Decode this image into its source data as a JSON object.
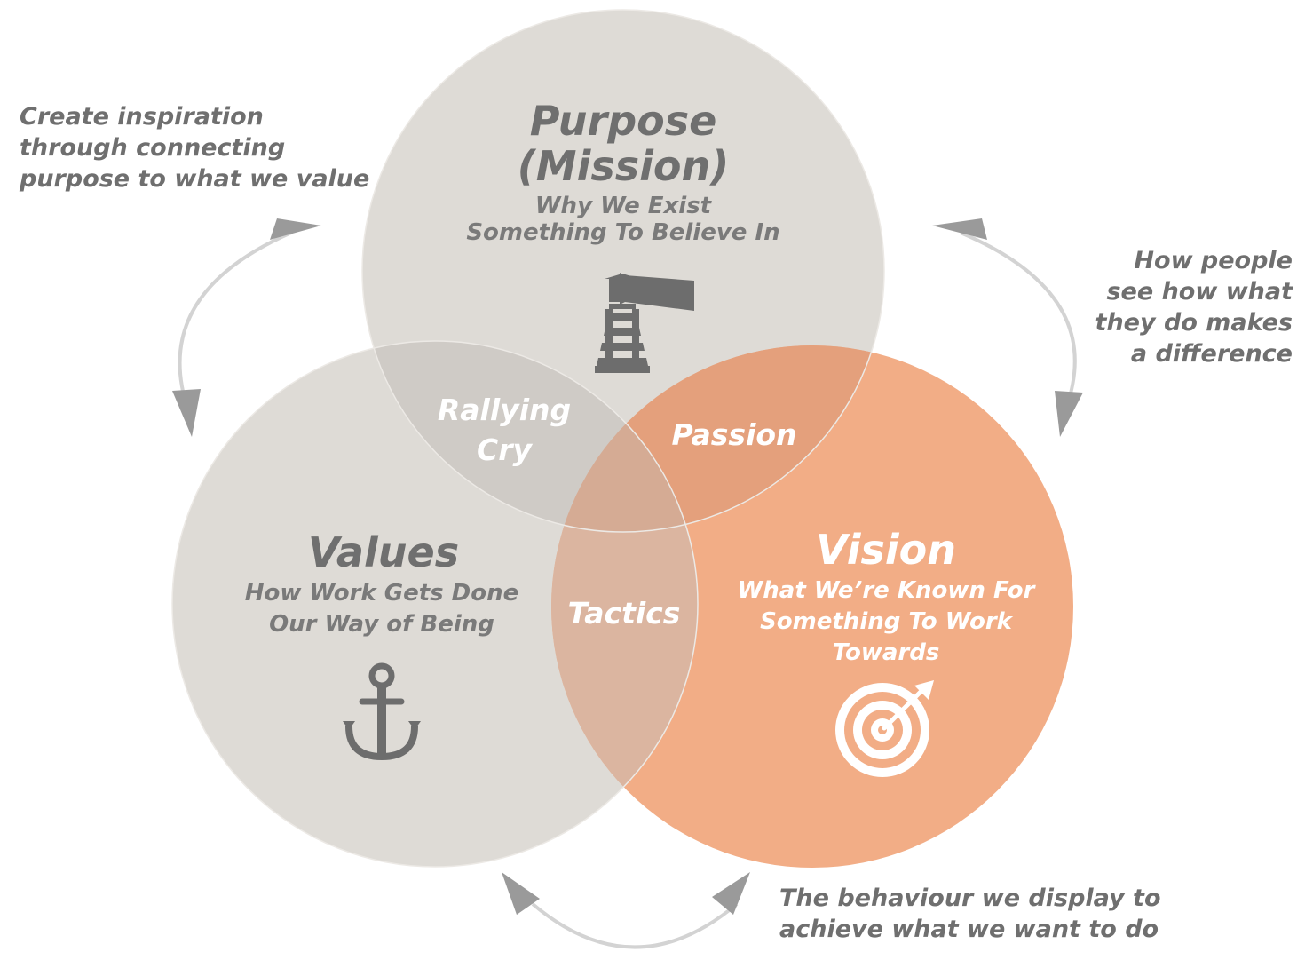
{
  "colors": {
    "gray_circle": "#dedbd6",
    "orange_circle": "#f2ad86",
    "text_gray": "#6f6f6f",
    "arrow_gray": "#9a9a9a",
    "icon_gray": "#6d6d6d",
    "white": "#ffffff"
  },
  "circles": {
    "purpose": {
      "title_line1": "Purpose",
      "title_line2": "(Mission)",
      "sub_line1": "Why We Exist",
      "sub_line2": "Something To Believe In",
      "icon": "lighthouse-icon"
    },
    "values": {
      "title": "Values",
      "sub_line1": "How Work Gets Done",
      "sub_line2": "Our Way of Being",
      "icon": "anchor-icon"
    },
    "vision": {
      "title": "Vision",
      "sub_line1": "What We’re Known For",
      "sub_line2": "Something To Work",
      "sub_line3": "Towards",
      "icon": "target-icon"
    }
  },
  "overlaps": {
    "rallying_cry_line1": "Rallying",
    "rallying_cry_line2": "Cry",
    "passion": "Passion",
    "tactics": "Tactics"
  },
  "notes": {
    "left_line1": "Create inspiration",
    "left_line2": "through connecting",
    "left_line3": "purpose to what we value",
    "right_line1": "How people",
    "right_line2": "see how what",
    "right_line3": "they do makes",
    "right_line4": "a difference",
    "bottom_line1": "The behaviour we display to",
    "bottom_line2": "achieve what we want to do"
  }
}
